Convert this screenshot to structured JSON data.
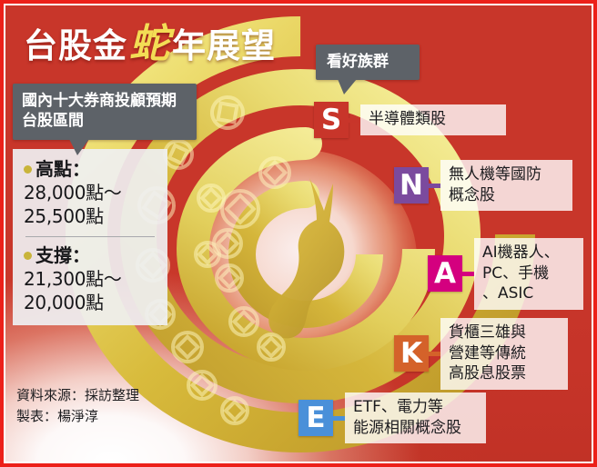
{
  "theme": {
    "background_red": "#c8362a",
    "frame_red": "#ec2019",
    "bubble_gray": "#5d6268",
    "gold": "#e8c84a",
    "title_gold": "#f3dd55"
  },
  "title": {
    "part1": "台股金",
    "snake": "蛇",
    "part2": "年展望"
  },
  "callouts": {
    "range_bubble": "國內十大券商投顧預期台股區間",
    "groups_bubble": "看好族群"
  },
  "stats": {
    "high": {
      "label": "高點：",
      "value": "28,000點～\n25,500點"
    },
    "support": {
      "label": "支撐：",
      "value": "21,300點～\n20,000點"
    }
  },
  "categories": [
    {
      "letter": "S",
      "color": "#c8352a",
      "label": "半導體類股",
      "name": "semiconductor"
    },
    {
      "letter": "N",
      "color": "#7b4a9e",
      "label": "無人機等國防\n概念股",
      "name": "defense-drone"
    },
    {
      "letter": "A",
      "color": "#d4007f",
      "label": "AI機器人、\nPC、手機\n、ASIC",
      "name": "ai-hardware"
    },
    {
      "letter": "K",
      "color": "#d4622a",
      "label": "貨櫃三雄與\n營建等傳統\n高股息股票",
      "name": "shipping-construction"
    },
    {
      "letter": "E",
      "color": "#4a90d9",
      "label": "ETF、電力等\n能源相關概念股",
      "name": "etf-energy"
    }
  ],
  "source": {
    "line1": "資料來源：採訪整理",
    "line2": "製表：楊淨淳"
  },
  "graphic": {
    "description": "golden-coiled-snake-with-ancient-coins"
  }
}
